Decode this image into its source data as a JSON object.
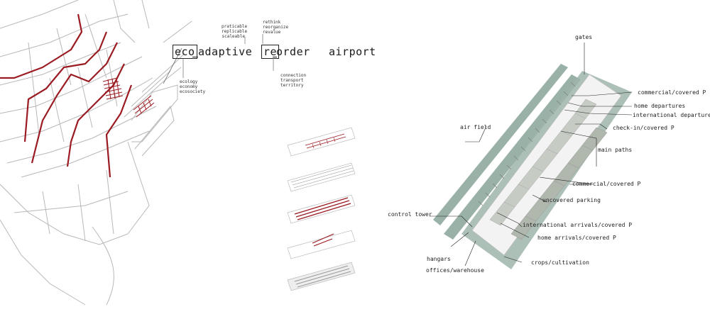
{
  "title": {
    "word1": "eco",
    "word2": "adaptive",
    "word3": "re",
    "word4": "order",
    "word5": "airport"
  },
  "eco_notes": [
    "ecology",
    "economy",
    "ecosociety"
  ],
  "adaptive_notes": [
    "praticable",
    "replicable",
    "scaleable"
  ],
  "re_notes": [
    "rethink",
    "reorganize",
    "revalue"
  ],
  "order_notes": [
    "connection",
    "transport",
    "territory"
  ],
  "labels": {
    "gates": "gates",
    "commercial_covered_top": "commercial/covered P",
    "home_departures": "home departures",
    "international_departures": "international departures",
    "checkin_covered": "check-in/covered P",
    "air_field": "air field",
    "main_paths": "main paths",
    "commercial_covered_mid": "commercial/covered P",
    "uncovered_parking": "uncovered parking",
    "control_tower": "control tower",
    "international_arrivals": "international arrivals/covered P",
    "home_arrivals": "home arrivals/covered P",
    "hangars": "hangars",
    "offices_warehouse": "offices/warehouse",
    "crops_cultivation": "crops/cultivation"
  },
  "colors": {
    "accent_red": "#9b1b22",
    "field_green": "#8fa99d",
    "map_lines": "#b8b8b8"
  }
}
